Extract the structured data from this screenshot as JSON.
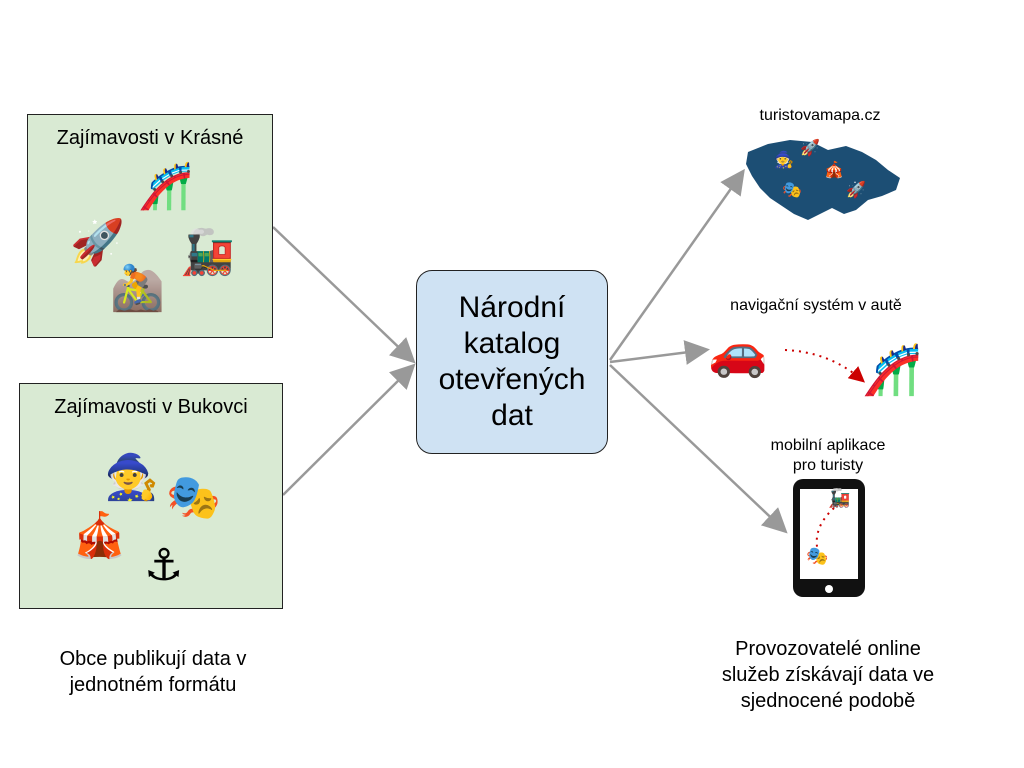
{
  "panels": {
    "krasne": {
      "title": "Zajímavosti v Krásné",
      "icons": [
        "roller-coaster",
        "rocket",
        "locomotive",
        "mountain-biker"
      ]
    },
    "bukovci": {
      "title": "Zajímavosti v Bukovci",
      "icons": [
        "wizard",
        "theater-masks",
        "circus-tent",
        "anchor"
      ]
    }
  },
  "center": {
    "label": "Národní\nkatalog\notevřených\ndat"
  },
  "left_caption": "Obce publikují data v\njednotném formátu",
  "right_caption": "Provozovatelé online\nslužeb získávají data ve\nsjednocené podobě",
  "targets": {
    "map": {
      "label": "turistovamapa.cz",
      "icons": [
        "map-of-czechia",
        "wizard",
        "rocket",
        "circus-tent",
        "theater-masks"
      ]
    },
    "car": {
      "label": "navigační systém v autě",
      "icons": [
        "car",
        "roller-coaster"
      ]
    },
    "mobile": {
      "label": "mobilní aplikace\npro turisty",
      "icons": [
        "smartphone",
        "locomotive",
        "theater-masks"
      ]
    }
  },
  "colors": {
    "panel_fill": "#d9ead3",
    "center_fill": "#cfe2f3",
    "arrow": "#999999",
    "map_fill": "#1c4e74",
    "route_dots": "#cc0000"
  }
}
